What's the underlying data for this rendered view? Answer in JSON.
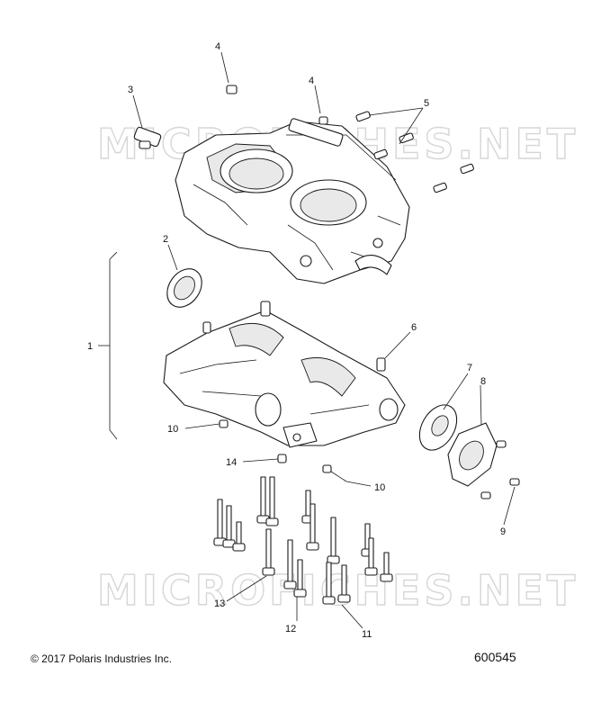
{
  "watermark": "MICROFICHES.NET",
  "copyright": "© 2017 Polaris Industries Inc.",
  "diagram_number": "600545",
  "callouts": {
    "c1": "1",
    "c2": "2",
    "c3": "3",
    "c4a": "4",
    "c4b": "4",
    "c5": "5",
    "c6": "6",
    "c7": "7",
    "c8": "8",
    "c9": "9",
    "c10a": "10",
    "c10b": "10",
    "c11": "11",
    "c12": "12",
    "c13": "13",
    "c14": "14"
  }
}
